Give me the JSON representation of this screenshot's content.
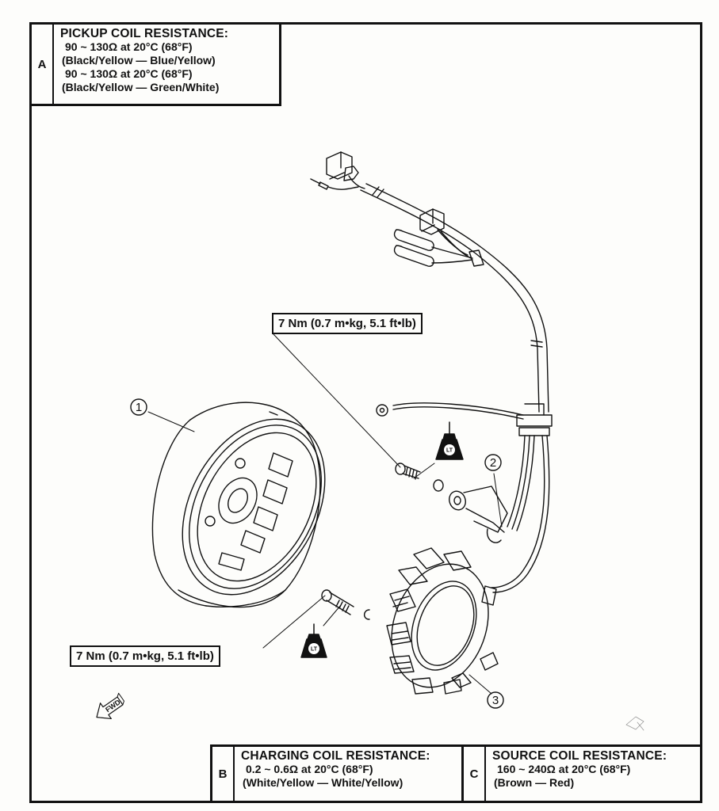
{
  "specs": {
    "pickup": {
      "letter": "A",
      "title": "PICKUP COIL RESISTANCE:",
      "lines": [
        "90 ~ 130Ω at 20°C (68°F)",
        "(Black/Yellow — Blue/Yellow)",
        "90 ~ 130Ω at 20°C (68°F)",
        "(Black/Yellow — Green/White)"
      ]
    },
    "charging": {
      "letter": "B",
      "title": "CHARGING COIL RESISTANCE:",
      "lines": [
        "0.2 ~ 0.6Ω at 20°C (68°F)",
        "(White/Yellow — White/Yellow)"
      ]
    },
    "source": {
      "letter": "C",
      "title": "SOURCE COIL RESISTANCE:",
      "lines": [
        "160 ~ 240Ω at 20°C (68°F)",
        "(Brown — Red)"
      ]
    }
  },
  "torque": {
    "upper": "7 Nm (0.7 m•kg, 5.1 ft•lb)",
    "lower": "7 Nm (0.7 m•kg, 5.1 ft•lb)"
  },
  "callouts": {
    "flywheel": "1",
    "pickup_coil": "2",
    "stator": "3"
  },
  "symbols": {
    "locktite": "LT",
    "forward": "FWD"
  },
  "icons": [
    "locktite-bottle-icon",
    "forward-arrow-icon"
  ]
}
